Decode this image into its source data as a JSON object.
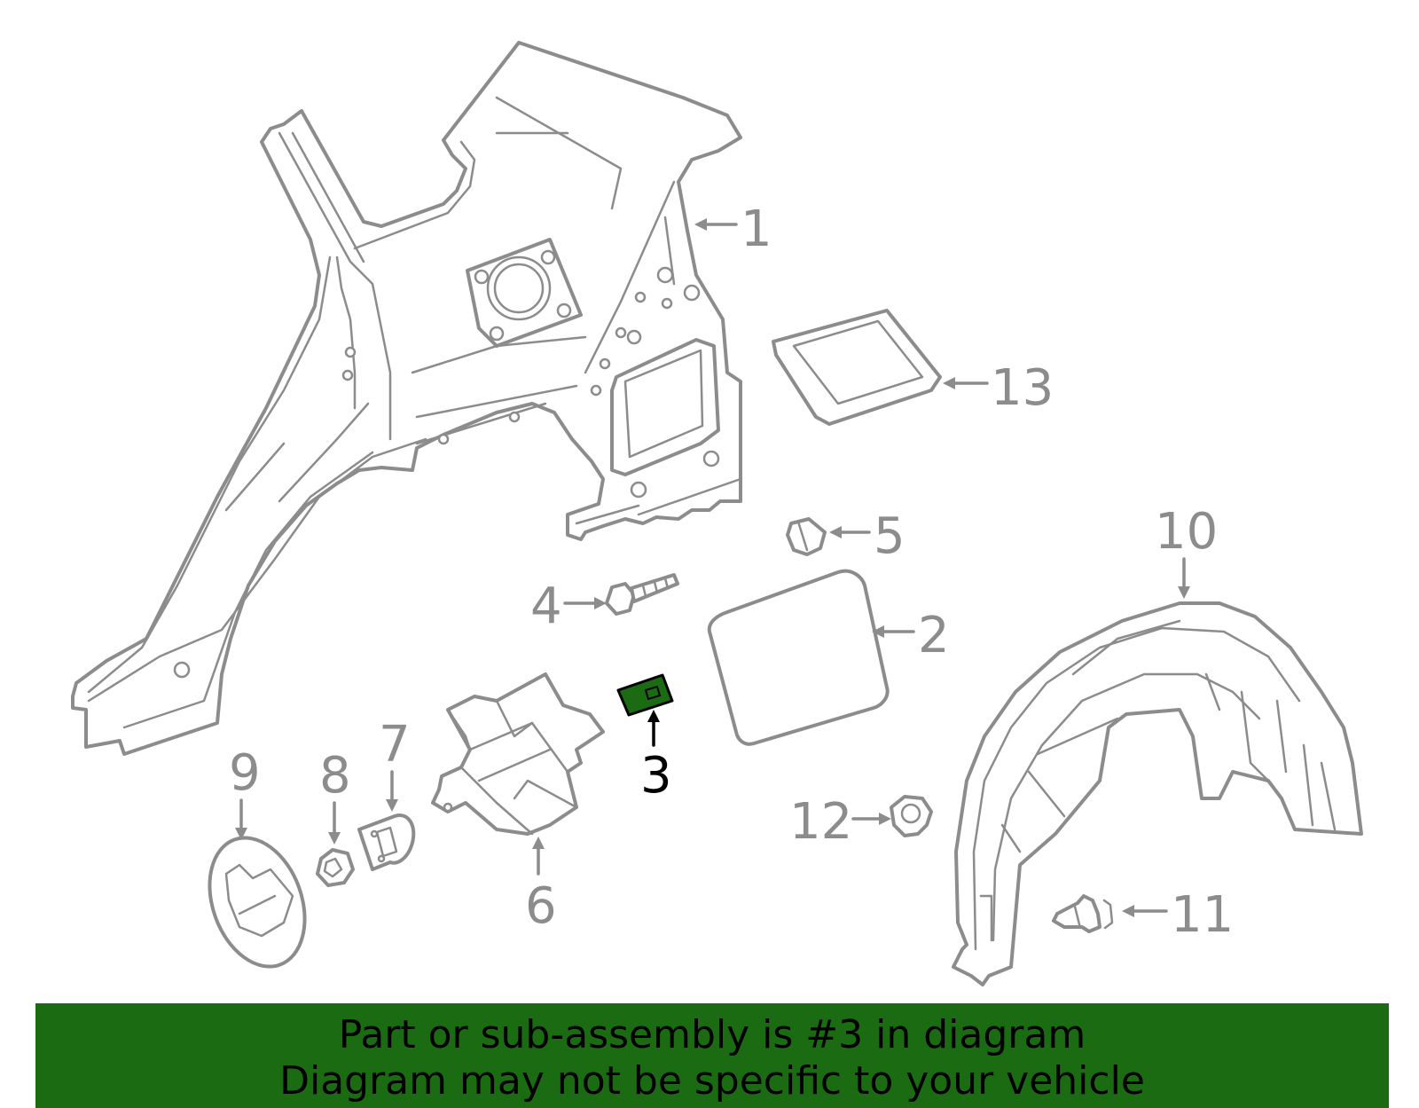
{
  "colors": {
    "line": "#8c8c8c",
    "highlight_fill": "#1b6b12",
    "banner": "#1b6b12",
    "highlight_text": "#000000"
  },
  "highlighted_part": "3",
  "callouts": {
    "c1": "1",
    "c2": "2",
    "c3": "3",
    "c4": "4",
    "c5": "5",
    "c6": "6",
    "c7": "7",
    "c8": "8",
    "c9": "9",
    "c10": "10",
    "c11": "11",
    "c12": "12",
    "c13": "13"
  },
  "banner": {
    "line1": "Part or sub-assembly is #3 in diagram",
    "line2": "Diagram may not be specific to your vehicle"
  }
}
